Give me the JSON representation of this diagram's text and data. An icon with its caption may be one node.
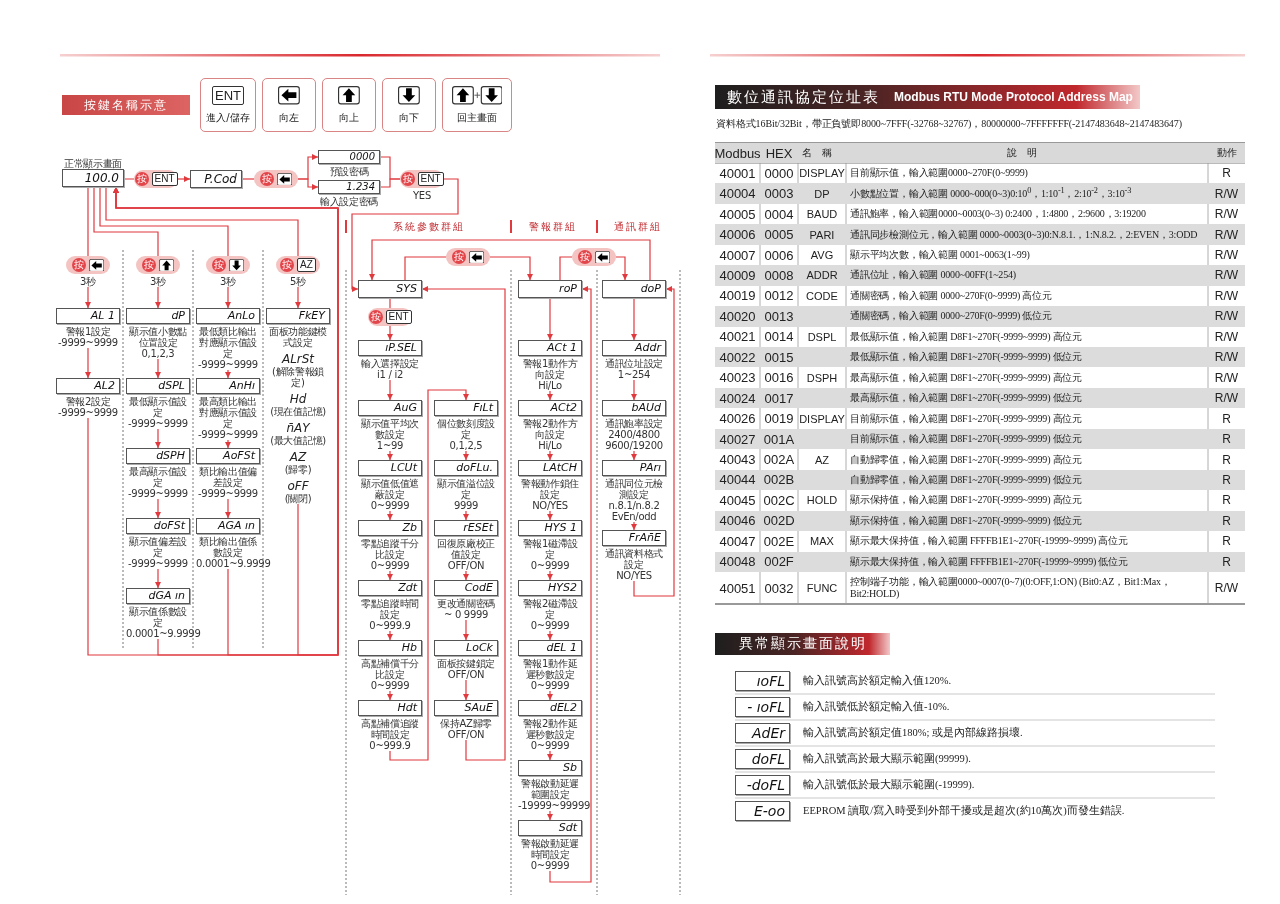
{
  "diagram": {
    "nodes": [
      {
        "text": [
          "按鍵名稱示意"
        ]
      },
      {
        "text": [
          "ENT",
          "進入/儲存"
        ]
      },
      {
        "text": [
          "向左"
        ]
      },
      {
        "text": [
          "向上"
        ]
      },
      {
        "text": [
          "向下"
        ]
      },
      {
        "text": [
          "回主畫面"
        ]
      },
      {
        "text": [
          "100.0"
        ],
        "beside": [
          "正常顯示畫面"
        ]
      },
      {
        "text": [
          "按",
          "ENT"
        ]
      },
      {
        "text": [
          "P.Cod"
        ]
      },
      {
        "text": [
          "按"
        ]
      },
      {
        "text": [
          "0000"
        ],
        "beside": [
          "預設密碼"
        ]
      },
      {
        "text": [
          "1.234"
        ],
        "beside": [
          "輸入設定密碼"
        ]
      },
      {
        "text": [
          "按",
          "ENT"
        ],
        "beside": [
          "YES"
        ]
      },
      {
        "text": [
          "按"
        ],
        "beside": [
          "3秒"
        ]
      },
      {
        "text": [
          "AL 1"
        ],
        "beside": [
          "警報1設定",
          "-9999~9999"
        ]
      },
      {
        "text": [
          "AL2"
        ],
        "beside": [
          "警報2設定",
          "-9999~9999"
        ]
      },
      {
        "text": [
          "按"
        ],
        "beside": [
          "3秒"
        ]
      },
      {
        "text": [
          "dP"
        ],
        "beside": [
          "顯示值小數點位置設定",
          "0,1,2,3"
        ]
      },
      {
        "text": [
          "dSPL"
        ],
        "beside": [
          "最低顯示值設定",
          "-9999~9999"
        ]
      },
      {
        "text": [
          "dSPH"
        ],
        "beside": [
          "最高顯示值設定",
          "-9999~9999"
        ]
      },
      {
        "text": [
          "doFSt"
        ],
        "beside": [
          "顯示值偏差設定",
          "-9999~9999"
        ]
      },
      {
        "text": [
          "dGA ın"
        ],
        "beside": [
          "顯示值係數設定",
          "0.0001~9.9999"
        ]
      },
      {
        "text": [
          "按"
        ],
        "beside": [
          "3秒"
        ]
      },
      {
        "text": [
          "AnLo"
        ],
        "beside": [
          "最低類比輸出對應顯示值設定",
          "-9999~9999"
        ]
      },
      {
        "text": [
          "AnHı"
        ],
        "beside": [
          "最高類比輸出對應顯示值設定",
          "-9999~9999"
        ]
      },
      {
        "text": [
          "AoFSt"
        ],
        "beside": [
          "類比輸出值偏差設定",
          "-9999~9999"
        ]
      },
      {
        "text": [
          "AGA ın"
        ],
        "beside": [
          "類比輸出值係數設定",
          "0.0001~9.9999"
        ]
      },
      {
        "text": [
          "按",
          "AZ"
        ],
        "beside": [
          "5秒"
        ]
      },
      {
        "text": [
          "FkEY"
        ],
        "beside": [
          "面板功能鍵模式設定",
          "ALrSt",
          "(解除警報鎖定)",
          "Hd",
          "(現在值記憶)",
          "n̄AY",
          "(最大值記憶)",
          "AZ",
          "(歸零)",
          "oFF",
          "(關閉)"
        ]
      },
      {
        "text": [
          "按"
        ]
      },
      {
        "text": [
          "按"
        ]
      },
      {
        "text": [
          "SYS"
        ]
      },
      {
        "text": [
          "按",
          "ENT"
        ]
      },
      {
        "text": [
          "ıP.SEL"
        ],
        "beside": [
          "輸入選擇設定",
          "i1 / i2"
        ]
      },
      {
        "text": [
          "AuG"
        ],
        "beside": [
          "顯示值平均次數設定",
          "1~99"
        ]
      },
      {
        "text": [
          "LCUt"
        ],
        "beside": [
          "顯示值低值遮蔽設定",
          "0~9999"
        ]
      },
      {
        "text": [
          "Zb"
        ],
        "beside": [
          "零點追蹤千分比設定",
          "0~9999"
        ]
      },
      {
        "text": [
          "Zdt"
        ],
        "beside": [
          "零點追蹤時間設定",
          "0~999.9"
        ]
      },
      {
        "text": [
          "Hb"
        ],
        "beside": [
          "高點補償千分比設定",
          "0~9999"
        ]
      },
      {
        "text": [
          "Hdt"
        ],
        "beside": [
          "高點補償追蹤時間設定",
          "0~999.9"
        ]
      },
      {
        "text": [
          "FıLt"
        ],
        "beside": [
          "個位數刻度設定",
          "0,1,2,5"
        ]
      },
      {
        "text": [
          "doFLu."
        ],
        "beside": [
          "顯示值溢位設定",
          "9999"
        ]
      },
      {
        "text": [
          "rESEt"
        ],
        "beside": [
          "回復原廠校正值設定",
          "OFF/ON"
        ]
      },
      {
        "text": [
          "CodE"
        ],
        "beside": [
          "更改通關密碼",
          "~ 0 9999"
        ]
      },
      {
        "text": [
          "LoCk"
        ],
        "beside": [
          "面板按鍵鎖定",
          "OFF/ON"
        ]
      },
      {
        "text": [
          "SAuE"
        ],
        "beside": [
          "保持AZ歸零",
          "OFF/ON"
        ]
      },
      {
        "text": [
          "roP"
        ]
      },
      {
        "text": [
          "ACt 1"
        ],
        "beside": [
          "警報1動作方向設定",
          "Hi/Lo"
        ]
      },
      {
        "text": [
          "ACt2"
        ],
        "beside": [
          "警報2動作方向設定",
          "Hi/Lo"
        ]
      },
      {
        "text": [
          "LAtCH"
        ],
        "beside": [
          "警報動作鎖住設定",
          "NO/YES"
        ]
      },
      {
        "text": [
          "HYS 1"
        ],
        "beside": [
          "警報1磁滯設定",
          "0~9999"
        ]
      },
      {
        "text": [
          "HYS2"
        ],
        "beside": [
          "警報2磁滯設定",
          "0~9999"
        ]
      },
      {
        "text": [
          "dEL 1"
        ],
        "beside": [
          "警報1動作延遲秒數設定",
          "0~9999"
        ]
      },
      {
        "text": [
          "dEL2"
        ],
        "beside": [
          "警報2動作延遲秒數設定",
          "0~9999"
        ]
      },
      {
        "text": [
          "Sb"
        ],
        "beside": [
          "警報啟動延遲範圍設定",
          "-19999~99999"
        ]
      },
      {
        "text": [
          "Sdt"
        ],
        "beside": [
          "警報啟動延遲時間設定",
          "0~9999"
        ]
      },
      {
        "text": [
          "doP"
        ]
      },
      {
        "text": [
          "Addr"
        ],
        "beside": [
          "通訊位址設定",
          "1~254"
        ]
      },
      {
        "text": [
          "bAUd"
        ],
        "beside": [
          "通訊鮑率設定",
          "2400/4800 9600/19200"
        ]
      },
      {
        "text": [
          "PArı"
        ],
        "beside": [
          "通訊同位元檢測設定",
          "n.8.1/n.8.2 EvEn/odd"
        ]
      },
      {
        "text": [
          "FrAn̄E"
        ],
        "beside": [
          "通訊資料格式設定",
          "NO/YES"
        ]
      },
      {
        "text": [
          "數位通訊協定位址表",
          "Modbus RTU Mode Protocol Address Map"
        ]
      },
      {
        "text": [
          "異常顯示畫面說明"
        ]
      },
      {
        "text": [
          "ıoFL"
        ],
        "beside": [
          "輸入訊號高於額定輸入值120%."
        ]
      },
      {
        "text": [
          "- ıoFL"
        ],
        "beside": [
          "輸入訊號低於額定輸入值-10%."
        ]
      },
      {
        "text": [
          "AdEr"
        ],
        "beside": [
          "輸入訊號高於額定值180%; 或是內部線路損壞."
        ]
      },
      {
        "text": [
          "doFL"
        ],
        "beside": [
          "輸入訊號高於最大顯示範圍(99999)."
        ]
      },
      {
        "text": [
          "-doFL"
        ],
        "beside": [
          "輸入訊號低於最大顯示範圍(-19999)."
        ]
      },
      {
        "text": [
          "E-oo"
        ],
        "beside": [
          "EEPROM 讀取/寫入時受到外部干擾或是超次(約10萬次)而發生錯誤."
        ]
      }
    ],
    "edges": [
      {
        "from": 6,
        "to": 7,
        "arrow": "none"
      },
      {
        "from": 7,
        "to": 8,
        "arrow": "to"
      },
      {
        "from": 8,
        "to": 9,
        "arrow": "none"
      },
      {
        "from": 9,
        "to": 10,
        "arrow": "to"
      },
      {
        "from": 9,
        "to": 11,
        "arrow": "to"
      },
      {
        "from": 10,
        "to": 12,
        "arrow": "none"
      },
      {
        "from": 11,
        "to": 12,
        "arrow": "none"
      },
      {
        "from": 12,
        "to": 31,
        "arrow": "to"
      },
      {
        "from": 6,
        "to": 13,
        "arrow": "none"
      },
      {
        "from": 13,
        "to": 14,
        "arrow": "to"
      },
      {
        "from": 14,
        "to": 15,
        "arrow": "to"
      },
      {
        "from": 15,
        "to": 6,
        "arrow": "to"
      },
      {
        "from": 6,
        "to": 16,
        "arrow": "none"
      },
      {
        "from": 16,
        "to": 17,
        "arrow": "to"
      },
      {
        "from": 17,
        "to": 18,
        "arrow": "to"
      },
      {
        "from": 18,
        "to": 19,
        "arrow": "to"
      },
      {
        "from": 19,
        "to": 20,
        "arrow": "to"
      },
      {
        "from": 20,
        "to": 21,
        "arrow": "to"
      },
      {
        "from": 21,
        "to": 6,
        "arrow": "to"
      },
      {
        "from": 6,
        "to": 22,
        "arrow": "none"
      },
      {
        "from": 22,
        "to": 23,
        "arrow": "to"
      },
      {
        "from": 23,
        "to": 24,
        "arrow": "to"
      },
      {
        "from": 24,
        "to": 25,
        "arrow": "to"
      },
      {
        "from": 25,
        "to": 26,
        "arrow": "to"
      },
      {
        "from": 26,
        "to": 6,
        "arrow": "to"
      },
      {
        "from": 6,
        "to": 27,
        "arrow": "none"
      },
      {
        "from": 27,
        "to": 28,
        "arrow": "to"
      },
      {
        "from": 28,
        "to": 6,
        "arrow": "to"
      },
      {
        "from": 31,
        "to": 29,
        "arrow": "none"
      },
      {
        "from": 29,
        "to": 46,
        "arrow": "to"
      },
      {
        "from": 46,
        "to": 30,
        "arrow": "none"
      },
      {
        "from": 30,
        "to": 56,
        "arrow": "to"
      },
      {
        "from": 56,
        "to": 31,
        "arrow": "to"
      },
      {
        "from": 31,
        "to": 32,
        "arrow": "none"
      },
      {
        "from": 32,
        "to": 33,
        "arrow": "to"
      },
      {
        "from": 33,
        "to": 34,
        "arrow": "to"
      },
      {
        "from": 34,
        "to": 35,
        "arrow": "to"
      },
      {
        "from": 35,
        "to": 36,
        "arrow": "to"
      },
      {
        "from": 36,
        "to": 37,
        "arrow": "to"
      },
      {
        "from": 37,
        "to": 38,
        "arrow": "to"
      },
      {
        "from": 38,
        "to": 39,
        "arrow": "to"
      },
      {
        "from": 39,
        "to": 40,
        "arrow": "to"
      },
      {
        "from": 40,
        "to": 41,
        "arrow": "to"
      },
      {
        "from": 41,
        "to": 42,
        "arrow": "to"
      },
      {
        "from": 42,
        "to": 43,
        "arrow": "to"
      },
      {
        "from": 43,
        "to": 44,
        "arrow": "to"
      },
      {
        "from": 44,
        "to": 45,
        "arrow": "to"
      },
      {
        "from": 45,
        "to": 31,
        "arrow": "to"
      },
      {
        "from": 46,
        "to": 47,
        "arrow": "to"
      },
      {
        "from": 47,
        "to": 48,
        "arrow": "to"
      },
      {
        "from": 48,
        "to": 49,
        "arrow": "to"
      },
      {
        "from": 49,
        "to": 50,
        "arrow": "to"
      },
      {
        "from": 50,
        "to": 51,
        "arrow": "to"
      },
      {
        "from": 51,
        "to": 52,
        "arrow": "to"
      },
      {
        "from": 52,
        "to": 53,
        "arrow": "to"
      },
      {
        "from": 53,
        "to": 54,
        "arrow": "to"
      },
      {
        "from": 54,
        "to": 55,
        "arrow": "to"
      },
      {
        "from": 55,
        "to": 46,
        "arrow": "to"
      },
      {
        "from": 56,
        "to": 57,
        "arrow": "to"
      },
      {
        "from": 57,
        "to": 58,
        "arrow": "to"
      },
      {
        "from": 58,
        "to": 59,
        "arrow": "to"
      },
      {
        "from": 59,
        "to": 60,
        "arrow": "to"
      },
      {
        "from": 60,
        "to": 56,
        "arrow": "to"
      }
    ],
    "labels": [
      "系統參數群組",
      "警報群組",
      "通訊群組",
      "資料格式16Bit/32Bit，帶正負號即8000~7FFF(-32768~32767)，80000000~7FFFFFFF(-2147483648~2147483647)",
      "Modbus",
      "HEX",
      "名稱",
      "說明",
      "動作",
      "40001",
      "0000",
      "DISPLAY",
      "目前顯示值，輸入範圍0000~270F(0~9999)",
      "R",
      "40004",
      "0003",
      "DP",
      "小數點位置，輸入範圍 0000~000(0~3)0:10$^{0}$，1:10$^{-1}$，2:10$^{-2}$，3:10$^{-3}$",
      "R/W",
      "40005",
      "0004",
      "BAUD",
      "通訊鮑率，輸入範圍0000~0003(0~3) 0:2400，1:4800，2:9600，3:19200",
      "R/W",
      "40006",
      "0005",
      "PARI",
      "通訊同步檢測位元，輸入範圍 0000~0003(0~3)0:N.8.1.，1:N.8.2.，2:EVEN，3:ODD",
      "R/W",
      "40007",
      "0006",
      "AVG",
      "顯示平均次數，輸入範圍 0001~0063(1~99)",
      "R/W",
      "40009",
      "0008",
      "ADDR",
      "通訊位址，輸入範圍 0000~00FF(1~254)",
      "R/W",
      "40019",
      "0012",
      "CODE",
      "通關密碼，輸入範圍 0000~270F(0~9999) 高位元",
      "R/W",
      "40020",
      "0013",
      "通關密碼，輸入範圍 0000~270F(0~9999) 低位元",
      "R/W",
      "40021",
      "0014",
      "DSPL",
      "最低顯示值，輸入範圍 D8F1~270F(-9999~9999) 高位元",
      "R/W",
      "40022",
      "0015",
      "最低顯示值，輸入範圍 D8F1~270F(-9999~9999) 低位元",
      "R/W",
      "40023",
      "0016",
      "DSPH",
      "最高顯示值，輸入範圍 D8F1~270F(-9999~9999) 高位元",
      "R/W",
      "40024",
      "0017",
      "最高顯示值，輸入範圍 D8F1~270F(-9999~9999) 低位元",
      "R/W",
      "40026",
      "0019",
      "DISPLAY",
      "目前顯示值，輸入範圍 D8F1~270F(-9999~9999) 高位元",
      "R",
      "40027",
      "001A",
      "目前顯示值，輸入範圍 D8F1~270F(-9999~9999) 低位元",
      "R",
      "40043",
      "002A",
      "AZ",
      "自動歸零值，輸入範圍 D8F1~270F(-9999~9999) 高位元",
      "R",
      "40044",
      "002B",
      "自動歸零值，輸入範圍 D8F1~270F(-9999~9999) 低位元",
      "R",
      "40045",
      "002C",
      "HOLD",
      "顯示保持值，輸入範圍 D8F1~270F(-9999~9999) 高位元",
      "R",
      "40046",
      "002D",
      "顯示保持值，輸入範圍 D8F1~270F(-9999~9999) 低位元",
      "R",
      "40047",
      "002E",
      "MAX",
      "顯示最大保持值，輸入範圍 FFFFB1E1~270F(-19999~9999) 高位元",
      "R",
      "40048",
      "002F",
      "顯示最大保持值，輸入範圍 FFFFB1E1~270F(-19999~9999) 低位元",
      "R",
      "40051",
      "0032",
      "FUNC",
      "控制端子功能，輸入範圍0000~0007(0~7)(0:OFF,1:ON) (Bit0:AZ，Bit1:Max，Bit2:HOLD)",
      "R/W"
    ]
  }
}
